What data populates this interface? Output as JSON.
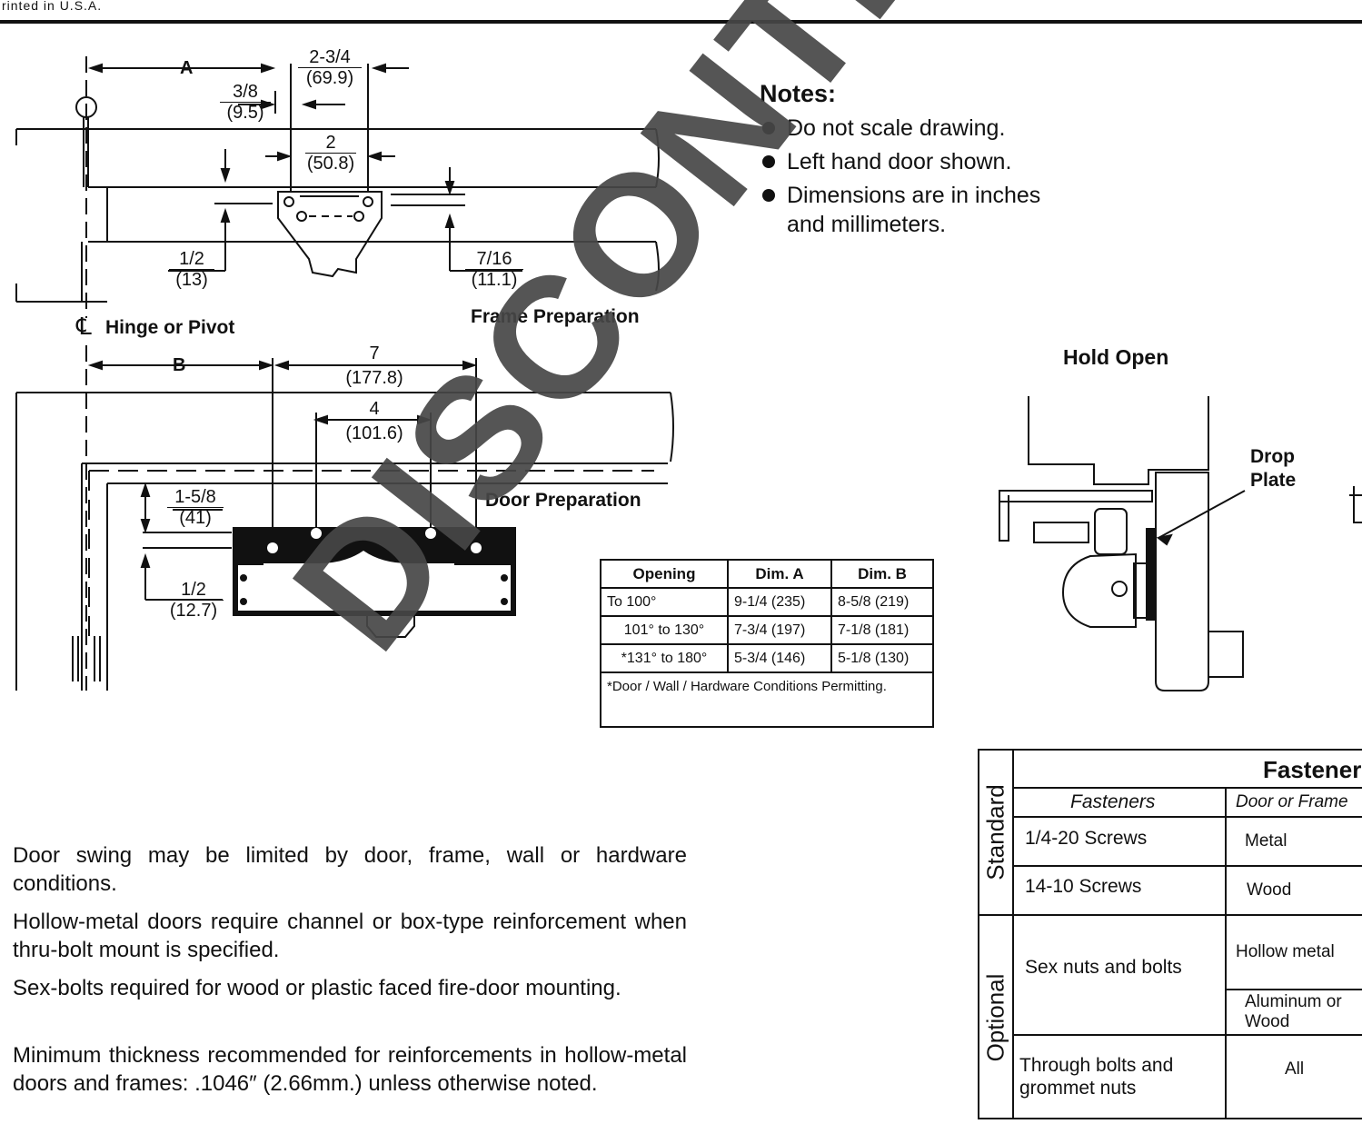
{
  "header": {
    "printed": "rinted in U.S.A."
  },
  "frame": {
    "dim_a": "A",
    "dim_3_8": "3/8",
    "dim_3_8_mm": "(9.5)",
    "dim_2_3_4": "2-3/4",
    "dim_2_3_4_mm": "(69.9)",
    "dim_2": "2",
    "dim_2_mm": "(50.8)",
    "dim_1_2": "1/2",
    "dim_1_2_mm": "(13)",
    "dim_7_16": "7/16",
    "dim_7_16_mm": "(11.1)",
    "title": "Frame Preparation",
    "hinge_symbol": "℄",
    "hinge_label": "Hinge or Pivot"
  },
  "door": {
    "dim_b": "B",
    "dim_7": "7",
    "dim_7_mm": "(177.8)",
    "dim_4": "4",
    "dim_4_mm": "(101.6)",
    "dim_1_5_8": "1-5/8",
    "dim_1_5_8_mm": "(41)",
    "dim_1_2": "1/2",
    "dim_1_2_mm": "(12.7)",
    "title": "Door Preparation"
  },
  "notes": {
    "heading": "Notes:",
    "items": [
      "Do not scale drawing.",
      "Left hand door shown.",
      "Dimensions are in inches and millimeters."
    ]
  },
  "dim_table": {
    "headers": [
      "Opening",
      "Dim. A",
      "Dim. B"
    ],
    "rows": [
      [
        "To 100°",
        "9-1/4 (235)",
        "8-5/8 (219)"
      ],
      [
        "101° to 130°",
        "7-3/4 (197)",
        "7-1/8 (181)"
      ],
      [
        "*131° to 180°",
        "5-3/4 (146)",
        "5-1/8 (130)"
      ]
    ],
    "footnote": "*Door / Wall / Hardware Conditions Permitting."
  },
  "hold_open": {
    "title": "Hold Open",
    "drop_plate": "Drop Plate"
  },
  "paragraphs": [
    "Door swing may be limited by door, frame, wall or hardware conditions.",
    "Hollow-metal doors require channel or box-type reinforcement when thru-bolt mount is specified.",
    "Sex-bolts required for wood or plastic faced fire-door mounting.",
    "Minimum thickness recommended for reinforcements in hollow-metal doors and frames: .1046″ (2.66mm.) unless otherwise noted."
  ],
  "fasteners_table": {
    "title": "Fasteners",
    "col_fasteners": "Fasteners",
    "col_door_frame": "Door or Frame",
    "standard_label": "Standard",
    "optional_label": "Optional",
    "rows": [
      {
        "fastener": "1/4-20 Screws",
        "material": "Metal"
      },
      {
        "fastener": "14-10 Screws",
        "material": "Wood"
      },
      {
        "fastener": "Sex nuts and bolts",
        "material": "Hollow metal",
        "material2": "Aluminum or Wood"
      },
      {
        "fastener": "Through bolts and grommet nuts",
        "material": "All"
      }
    ]
  },
  "watermark": "DISCONTINUED"
}
